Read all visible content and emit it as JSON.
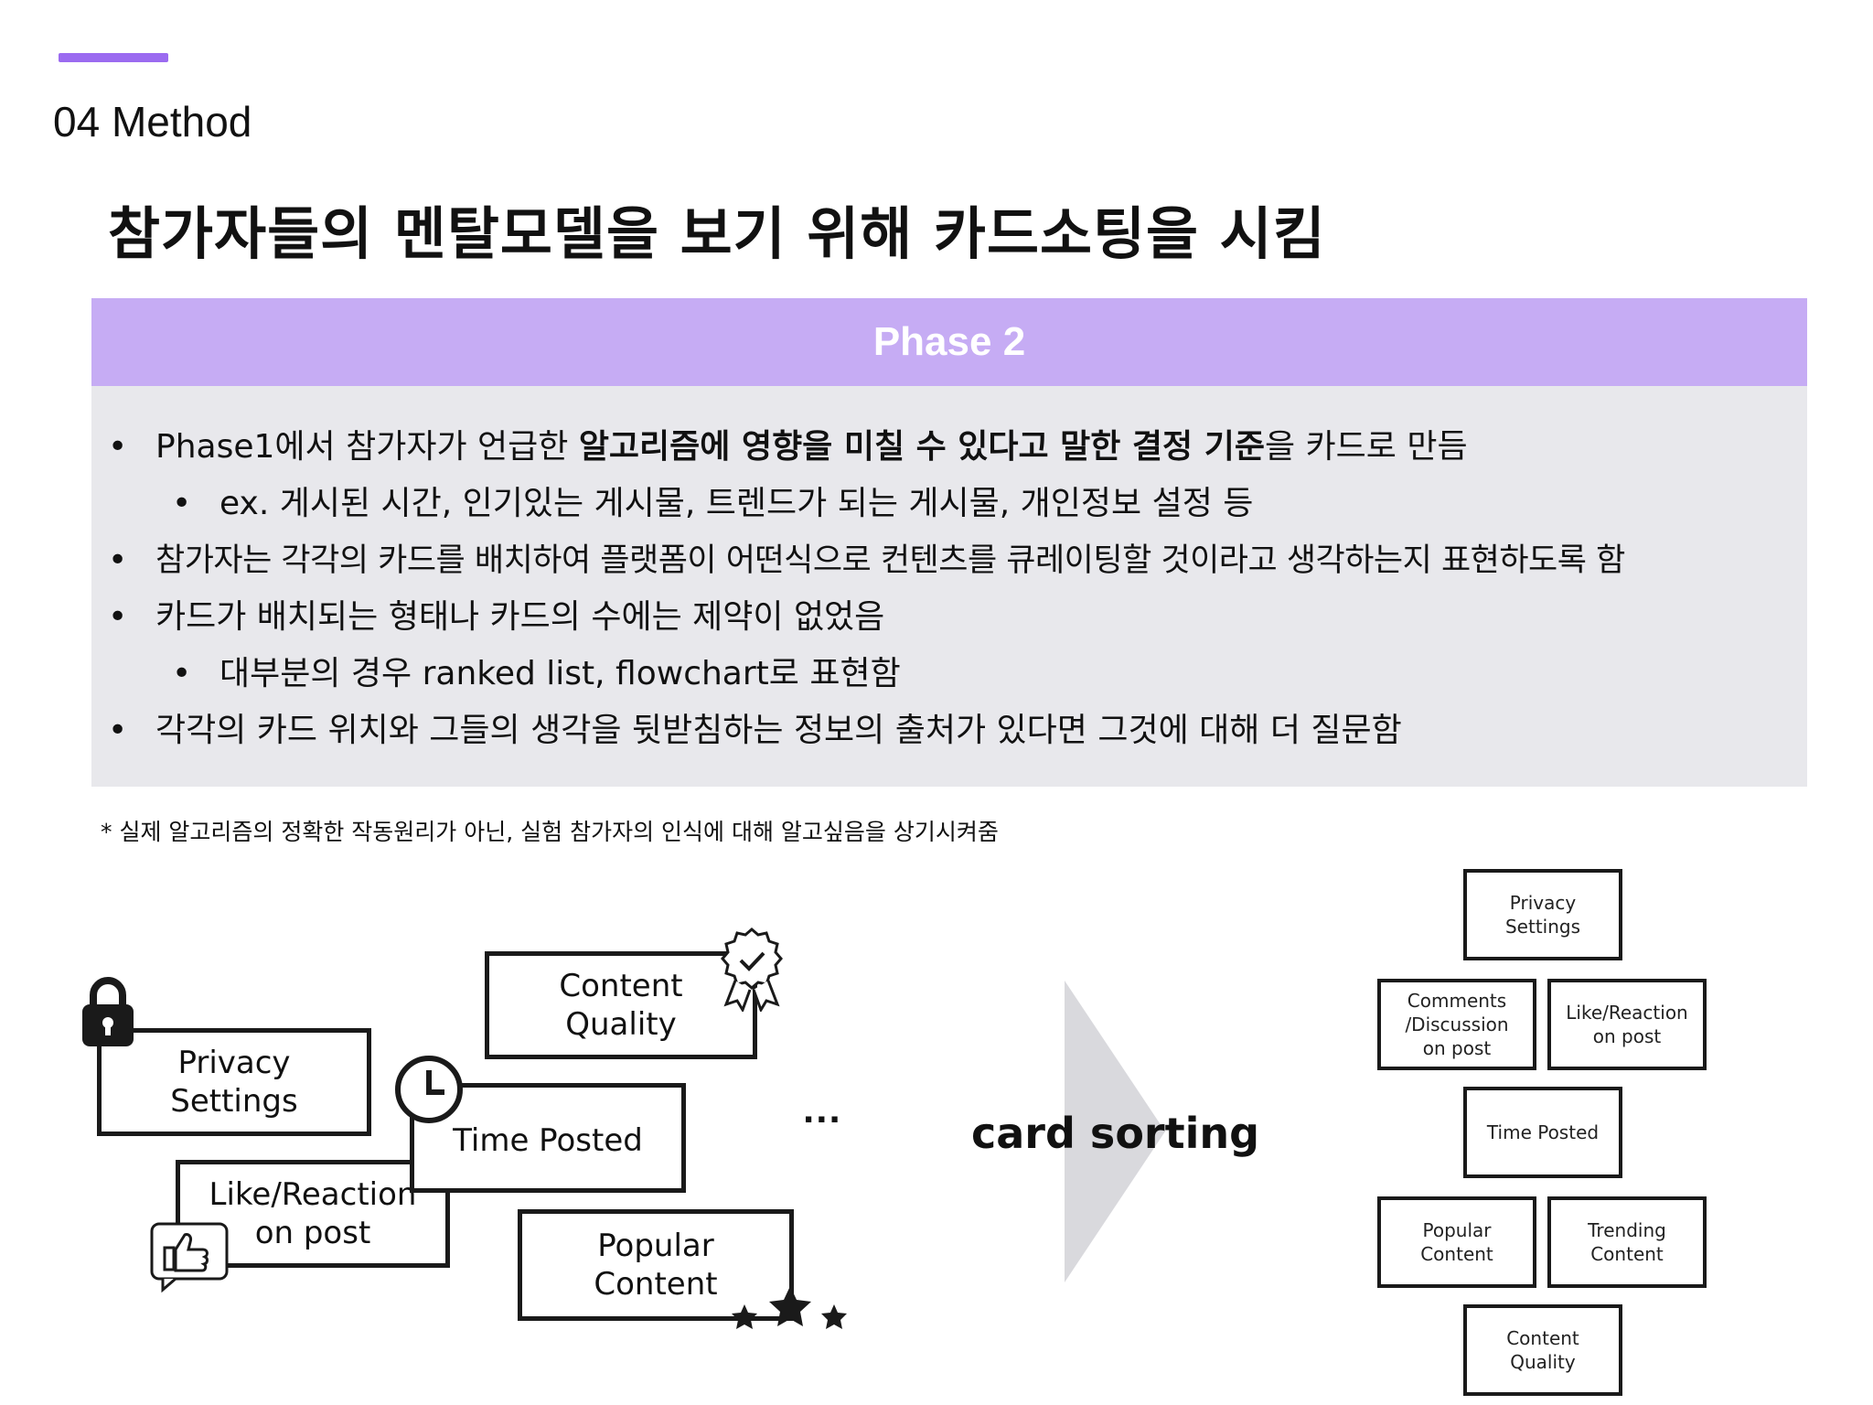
{
  "section_label": "04 Method",
  "headline": "참가자들의 멘탈모델을 보기 위해 카드소팅을 시킴",
  "panel": {
    "title": "Phase 2",
    "bullets": [
      {
        "pre": "Phase1에서 참가자가 언급한 ",
        "bold": "알고리즘에 영향을 미칠 수 있다고 말한 결정 기준",
        "post": "을 카드로 만듬"
      },
      {
        "text": "ex. 게시된 시간, 인기있는 게시물, 트렌드가 되는 게시물, 개인정보 설정 등"
      },
      {
        "text": "참가자는 각각의 카드를 배치하여 플랫폼이 어떤식으로 컨텐츠를 큐레이팅할 것이라고 생각하는지 표현하도록 함"
      },
      {
        "text": "카드가 배치되는 형태나 카드의 수에는 제약이 없었음"
      },
      {
        "text": "대부분의 경우 ranked list, flowchart로 표현함"
      },
      {
        "text": "각각의 카드 위치와 그들의 생각을 뒷받침하는 정보의 출처가 있다면 그것에 대해 더 질문함"
      }
    ]
  },
  "footnote": "* 실제 알고리즘의 정확한 작동원리가 아닌, 실험 참가자의 인식에 대해 알고싶음을 상기시켜줌",
  "left_cards": {
    "content_quality": "Content\nQuality",
    "privacy_settings": "Privacy\nSettings",
    "time_posted": "Time Posted",
    "like_reaction": "Like/Reaction\non post",
    "popular_content": "Popular\nContent"
  },
  "ellipsis": "...",
  "arrow_label": "card sorting",
  "right_cards": {
    "privacy_settings": "Privacy Settings",
    "comments": "Comments\n/Discussion\non post",
    "like_reaction": "Like/Reaction\non post",
    "time_posted": "Time Posted",
    "popular_content": "Popular\nContent",
    "trending_content": "Trending\nContent",
    "content_quality": "Content\nQuality"
  },
  "colors": {
    "accent": "#9b6bf0",
    "panel_header": "#c6acf4",
    "panel_bg": "#e8e8ec",
    "arrow": "#d9d9dd"
  },
  "icons": [
    "lock-icon",
    "award-ribbon-icon",
    "clock-icon",
    "thumbs-up-icon",
    "stars-icon",
    "chevron-arrow-icon"
  ]
}
